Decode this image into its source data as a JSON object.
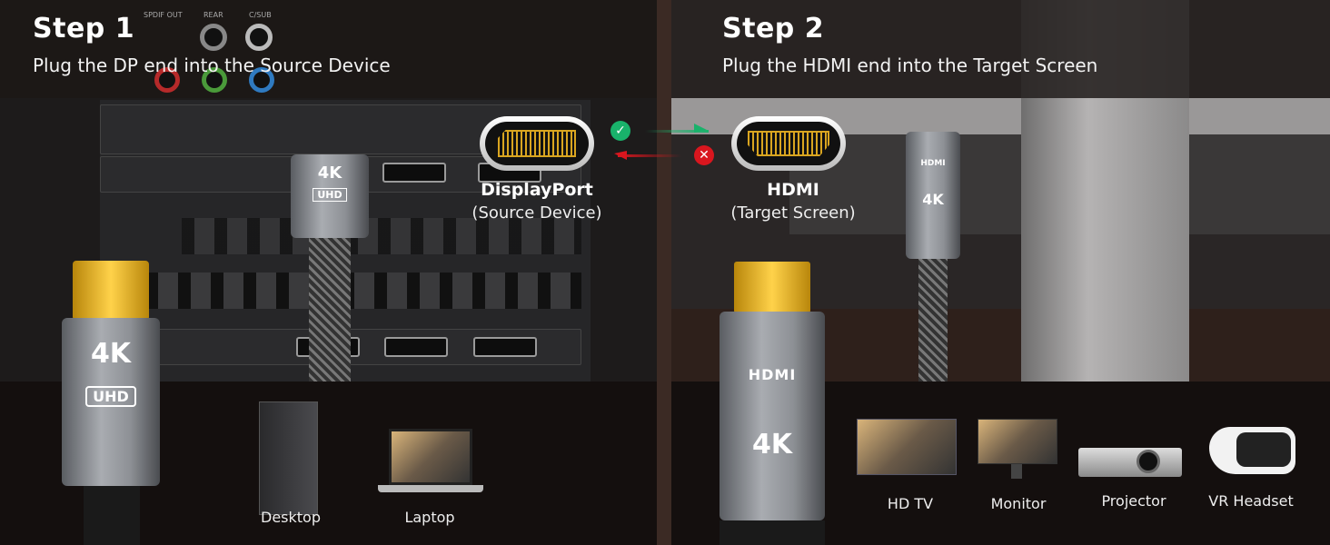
{
  "step1": {
    "title": "Step 1",
    "subtitle": "Plug the DP end into the Source Device"
  },
  "step2": {
    "title": "Step 2",
    "subtitle": "Plug the HDMI end into the Target Screen"
  },
  "port_labels": [
    "SPDIF OUT",
    "REAR",
    "C/SUB"
  ],
  "displayport": {
    "name": "DisplayPort",
    "role": "(Source Device)"
  },
  "hdmi": {
    "name": "HDMI",
    "role": "(Target Screen)"
  },
  "cable_labels": {
    "dp_4k": "4K",
    "dp_uhd": "UHD",
    "hdmi_brand": "HDMI",
    "hdmi_4k": "4K"
  },
  "source_devices": [
    {
      "label": "Desktop"
    },
    {
      "label": "Laptop"
    }
  ],
  "target_devices": [
    {
      "label": "HD TV"
    },
    {
      "label": "Monitor"
    },
    {
      "label": "Projector"
    },
    {
      "label": "VR Headset"
    }
  ],
  "colors": {
    "check": "#19b26b",
    "cross": "#d9161e",
    "gold": "#d9a520",
    "divider": "#3b2a24"
  },
  "icons": {
    "valid": "check-icon",
    "invalid": "cross-icon"
  }
}
